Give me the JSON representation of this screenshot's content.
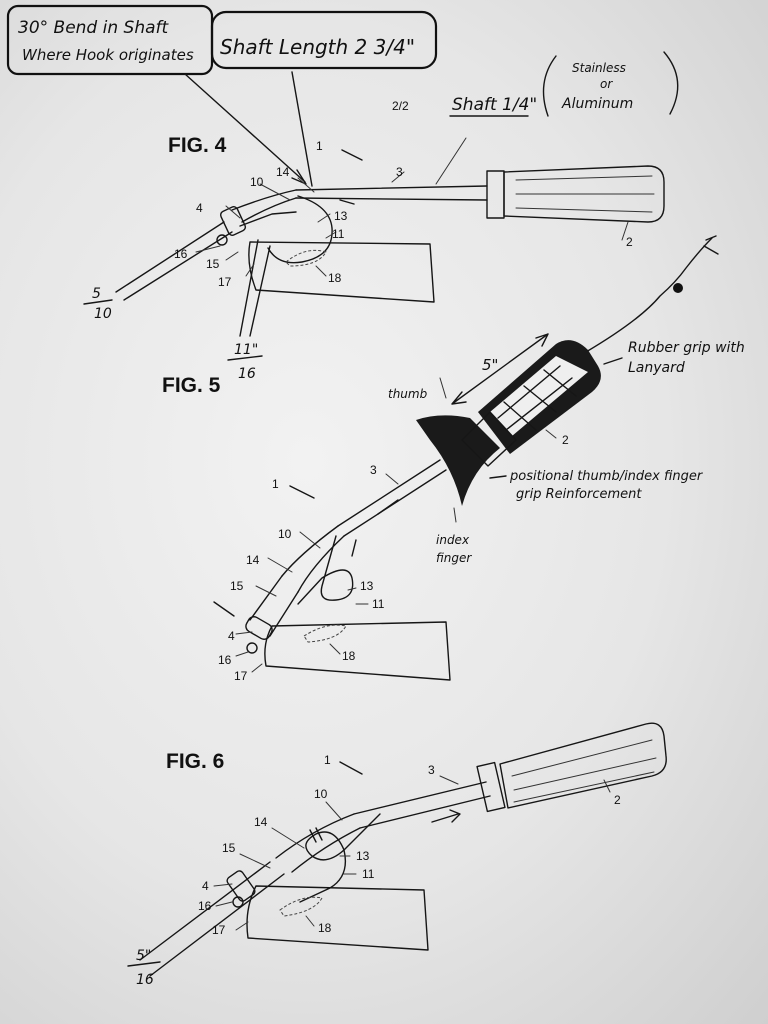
{
  "sheet": {
    "number": "2/2"
  },
  "notes": {
    "bend_line1": "30° Bend in Shaft",
    "bend_line2": "Where Hook originates",
    "shaft_length": "Shaft Length 2 3/4\"",
    "shaft_diameter": "Shaft 1/4\"",
    "shaft_material_line1": "Stainless",
    "shaft_material_line2": "or",
    "shaft_material_line3": "Aluminum",
    "rubber_grip_line1": "Rubber grip with",
    "rubber_grip_line2": "Lanyard",
    "grip_length": "5\"",
    "thumb": "thumb",
    "index_line1": "index",
    "index_line2": "finger",
    "reinforce_line1": "positional thumb/index finger",
    "reinforce_line2": "grip Reinforcement",
    "fig4_tip_num": "5",
    "fig4_tip_den": "10",
    "fig4_hook_num": "11\"",
    "fig4_hook_den": "16",
    "fig6_tip_num": "5\"",
    "fig6_tip_den": "16"
  },
  "figures": [
    {
      "title": "FIG. 4",
      "labels": [
        "1",
        "2",
        "3",
        "4",
        "10",
        "11",
        "13",
        "14",
        "15",
        "16",
        "17",
        "18"
      ]
    },
    {
      "title": "FIG. 5",
      "labels": [
        "1",
        "2",
        "3",
        "4",
        "10",
        "11",
        "13",
        "14",
        "15",
        "16",
        "17",
        "18"
      ]
    },
    {
      "title": "FIG. 6",
      "labels": [
        "1",
        "2",
        "3",
        "4",
        "10",
        "11",
        "13",
        "14",
        "15",
        "16",
        "17",
        "18"
      ]
    }
  ]
}
